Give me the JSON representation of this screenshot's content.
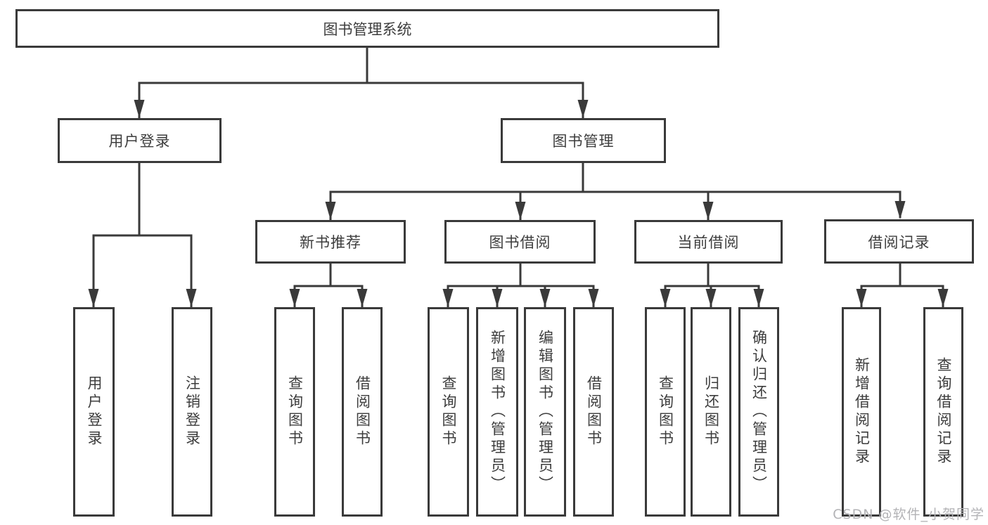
{
  "diagram": {
    "root": {
      "label": "图书管理系统"
    },
    "user_login": {
      "label": "用户登录",
      "children": [
        {
          "label": "用户登录"
        },
        {
          "label": "注销登录"
        }
      ]
    },
    "book_management": {
      "label": "图书管理",
      "sections": [
        {
          "label": "新书推荐",
          "children": [
            {
              "label": "查询图书"
            },
            {
              "label": "借阅图书"
            }
          ]
        },
        {
          "label": "图书借阅",
          "children": [
            {
              "label": "查询图书"
            },
            {
              "label": "新增图书（管理员）"
            },
            {
              "label": "编辑图书（管理员）"
            },
            {
              "label": "借阅图书"
            }
          ]
        },
        {
          "label": "当前借阅",
          "children": [
            {
              "label": "查询图书"
            },
            {
              "label": "归还图书"
            },
            {
              "label": "确认归还（管理员）"
            }
          ]
        },
        {
          "label": "借阅记录",
          "children": [
            {
              "label": "新增借阅记录"
            },
            {
              "label": "查询借阅记录"
            }
          ]
        }
      ]
    }
  },
  "watermark": {
    "text": "CSDN @软件_小贺同学"
  },
  "colors": {
    "line": "#3a3a3a",
    "box_border": "#3a3a3a",
    "text": "#3d3d3d",
    "watermark": "#b3b3b6",
    "background": "#ffffff"
  }
}
